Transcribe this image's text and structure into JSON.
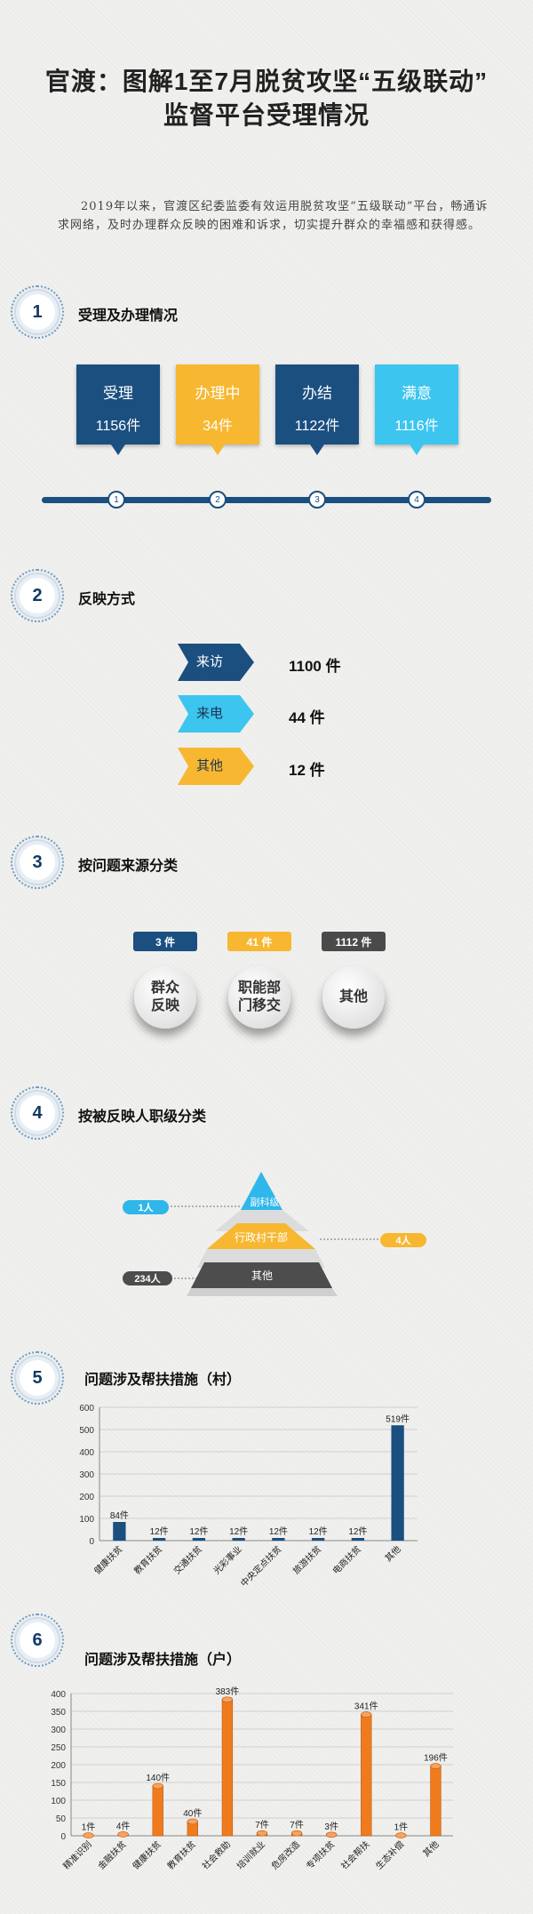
{
  "header": {
    "title_line1": "官渡：图解1至7月脱贫攻坚“五级联动”",
    "title_line2": "监督平台受理情况",
    "intro": "2019年以来，官渡区纪委监委有效运用脱贫攻坚“五级联动”平台，畅通诉求网络，及时办理群众反映的困难和诉求，切实提升群众的幸福感和获得感。"
  },
  "sections": [
    {
      "num": "1",
      "title": "受理及办理情况"
    },
    {
      "num": "2",
      "title": "反映方式"
    },
    {
      "num": "3",
      "title": "按问题来源分类"
    },
    {
      "num": "4",
      "title": "按被反映人职级分类"
    },
    {
      "num": "5",
      "title": "问题涉及帮扶措施（村）"
    },
    {
      "num": "6",
      "title": "问题涉及帮扶措施（户）"
    }
  ],
  "processing": [
    {
      "label": "受理",
      "value": "1156件",
      "color": "#1b4f80",
      "step": "1"
    },
    {
      "label": "办理中",
      "value": "34件",
      "color": "#f7b731",
      "step": "2"
    },
    {
      "label": "办结",
      "value": "1122件",
      "color": "#1b4f80",
      "step": "3"
    },
    {
      "label": "满意",
      "value": "1116件",
      "color": "#3cc5ef",
      "step": "4"
    }
  ],
  "channels": [
    {
      "label": "来访",
      "value": "1100 件",
      "color": "#1b4f80",
      "text_color": "#ffffff"
    },
    {
      "label": "来电",
      "value": "44 件",
      "color": "#3cc5ef",
      "text_color": "#1b3550"
    },
    {
      "label": "其他",
      "value": "12 件",
      "color": "#f7b731",
      "text_color": "#1b3550"
    }
  ],
  "sources": [
    {
      "count": "3 件",
      "label_line1": "群众",
      "label_line2": "反映",
      "color": "#1b4f80"
    },
    {
      "count": "41 件",
      "label_line1": "职能部",
      "label_line2": "门移交",
      "color": "#f7b731"
    },
    {
      "count": "1112 件",
      "label_line1": "其他",
      "label_line2": "",
      "color": "#4a4a4a"
    }
  ],
  "ranks": [
    {
      "level": "副科级",
      "count": "1人",
      "color": "#2fb7ea"
    },
    {
      "level": "行政村干部",
      "count": "4人",
      "color": "#f7b731"
    },
    {
      "level": "其他",
      "count": "234人",
      "color": "#4d4d4d"
    }
  ],
  "chart_data": [
    {
      "type": "bar",
      "title": "问题涉及帮扶措施（村）",
      "categories": [
        "健康扶贫",
        "教育扶贫",
        "交通扶贫",
        "光彩事业",
        "中央定点扶贫",
        "旅游扶贫",
        "电商扶贫",
        "其他"
      ],
      "values": [
        84,
        12,
        12,
        12,
        12,
        12,
        12,
        519
      ],
      "data_labels": [
        "84件",
        "12件",
        "12件",
        "12件",
        "12件",
        "12件",
        "12件",
        "519件"
      ],
      "ylim": [
        0,
        600
      ],
      "yticks": [
        0,
        100,
        200,
        300,
        400,
        500,
        600
      ],
      "grid": true,
      "color": "#1b4f80"
    },
    {
      "type": "bar",
      "title": "问题涉及帮扶措施（户）",
      "categories": [
        "精准识别",
        "金融扶贫",
        "健康扶贫",
        "教育扶贫",
        "社会救助",
        "培训就业",
        "危房改造",
        "专项扶贫",
        "社会帮扶",
        "生态补偿",
        "其他"
      ],
      "values": [
        1,
        4,
        140,
        40,
        383,
        7,
        7,
        3,
        341,
        1,
        196
      ],
      "data_labels": [
        "1件",
        "4件",
        "140件",
        "40件",
        "383件",
        "7件",
        "7件",
        "3件",
        "341件",
        "1件",
        "196件"
      ],
      "ylim": [
        0,
        400
      ],
      "yticks": [
        0,
        50,
        100,
        150,
        200,
        250,
        300,
        350,
        400
      ],
      "grid": true,
      "color": "#f07b1d"
    }
  ]
}
